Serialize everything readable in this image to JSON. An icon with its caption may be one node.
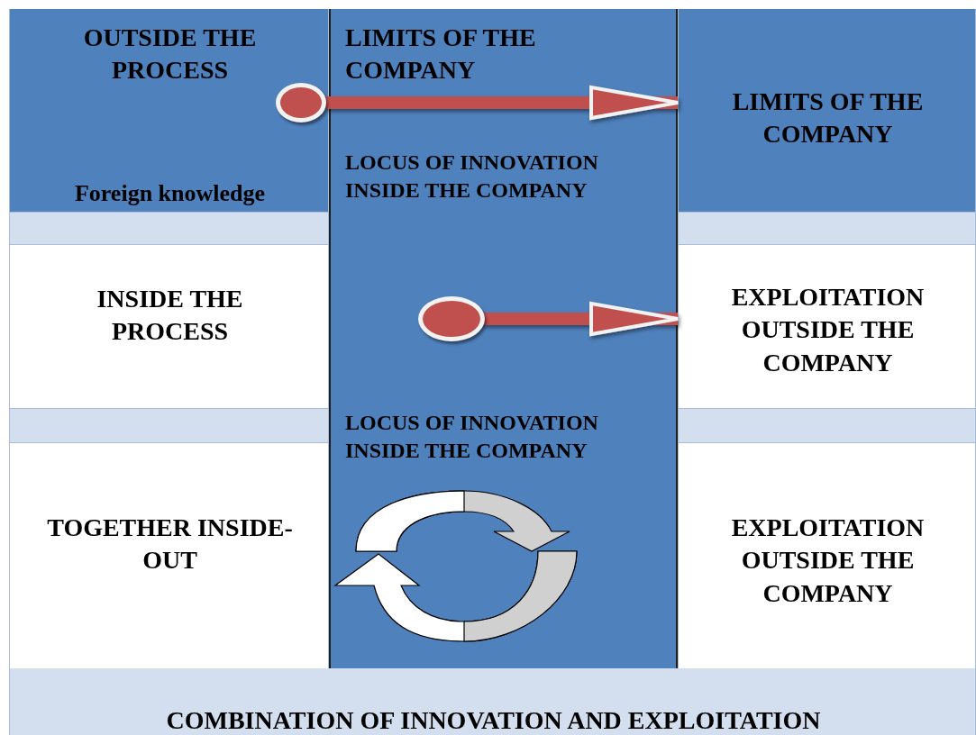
{
  "diagram": {
    "nodes": [
      {
        "text": [
          "OUTSIDE THE PROCESS",
          "Foreign knowledge"
        ]
      },
      {
        "text": [
          "LIMITS OF THE COMPANY",
          "LOCUS OF INNOVATION INSIDE THE COMPANY",
          "LOCUS OF INNOVATION INSIDE THE COMPANY"
        ]
      },
      {
        "text": [
          "LIMITS OF THE COMPANY"
        ]
      },
      {
        "text": [
          "INSIDE THE PROCESS"
        ]
      },
      {
        "text": [
          "EXPLOITATION OUTSIDE THE COMPANY"
        ]
      },
      {
        "text": [
          "TOGETHER INSIDE-OUT"
        ]
      },
      {
        "text": [
          "EXPLOITATION OUTSIDE THE COMPANY"
        ]
      },
      {
        "text": [
          "COMBINATION OF INNOVATION AND EXPLOITATION"
        ]
      },
      {
        "text": [],
        "shape": "circle",
        "in": 0
      },
      {
        "text": [],
        "shape": "circle",
        "in": 1
      },
      {
        "text": [],
        "shape": "bar"
      },
      {
        "text": [],
        "shape": "bar"
      },
      {
        "text": [],
        "shape": "bar"
      },
      {
        "text": [],
        "shape": "bar"
      }
    ],
    "edges": [
      {
        "from": 8,
        "to": 2,
        "arrow": "to"
      },
      {
        "from": 9,
        "to": 4,
        "arrow": "to"
      }
    ]
  }
}
